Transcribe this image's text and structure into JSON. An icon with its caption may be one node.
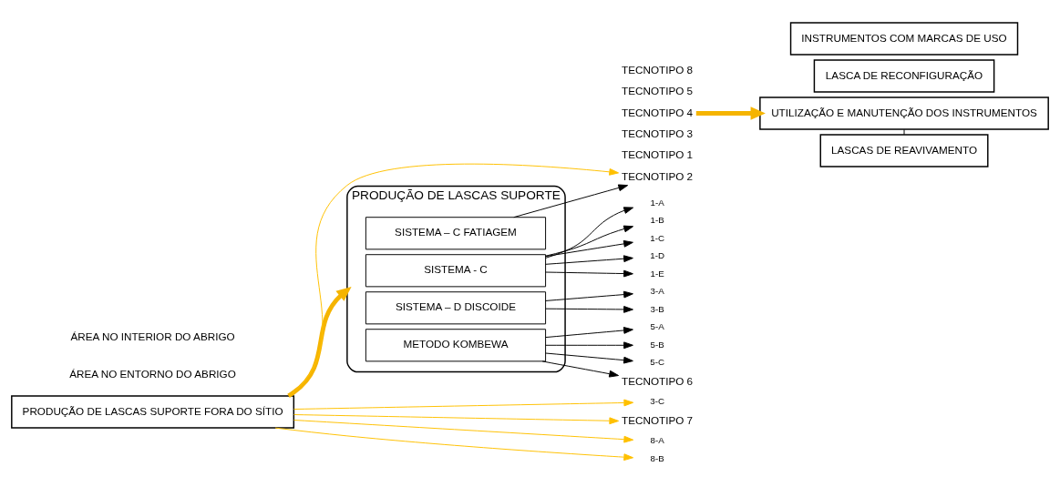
{
  "diagram": {
    "nodes": [
      {
        "text": [
          "PRODUÇÃO DE LASCAS SUPORTE FORA DO SÍTIO"
        ]
      },
      {
        "text": [
          "PRODUÇÃO DE LASCAS SUPORTE"
        ]
      },
      {
        "text": [
          "SISTEMA - C"
        ],
        "in": 1
      },
      {
        "text": [
          "SISTEMA – C FATIAGEM"
        ],
        "in": 1
      },
      {
        "text": [
          "SISTEMA – D DISCOIDE"
        ],
        "in": 1
      },
      {
        "text": [
          "METODO KOMBEWA"
        ],
        "in": 1
      },
      {
        "text": [
          "TECNOTIPO 1"
        ]
      },
      {
        "text": [
          "1-A"
        ]
      },
      {
        "text": [
          "1-B"
        ]
      },
      {
        "text": [
          "1-C"
        ]
      },
      {
        "text": [
          "1-D"
        ]
      },
      {
        "text": [
          "1-E"
        ]
      },
      {
        "text": [
          "TECNOTIPO 2"
        ]
      },
      {
        "text": [
          "TECNOTIPO 3"
        ]
      },
      {
        "text": [
          "3-A"
        ]
      },
      {
        "text": [
          "3-B"
        ]
      },
      {
        "text": [
          "3-C"
        ]
      },
      {
        "text": [
          "TECNOTIPO 4"
        ]
      },
      {
        "text": [
          "TECNOTIPO 5"
        ]
      },
      {
        "text": [
          "5-A"
        ]
      },
      {
        "text": [
          "5-B"
        ]
      },
      {
        "text": [
          "5-C"
        ]
      },
      {
        "text": [
          "TECNOTIPO 6"
        ]
      },
      {
        "text": [
          "TECNOTIPO 7"
        ]
      },
      {
        "text": [
          "TECNOTIPO 8"
        ]
      },
      {
        "text": [
          "8-A"
        ]
      },
      {
        "text": [
          "8-B"
        ]
      },
      {
        "text": [
          "UTILIZAÇÃO E MANUTENÇÃO DOS INSTRUMENTOS"
        ]
      },
      {
        "text": [
          "LASCAS DE REAVIVAMENTO"
        ]
      },
      {
        "text": [
          "LASCA DE RECONFIGURAÇÃO"
        ]
      },
      {
        "text": [
          "INSTRUMENTOS COM MARCAS DE USO"
        ]
      }
    ],
    "edges": [
      {
        "from": 0,
        "to": 1,
        "arrow": "to",
        "style": "thick",
        "color": "#f5b400"
      },
      {
        "from": 2,
        "to": 7,
        "arrow": "to"
      },
      {
        "from": 2,
        "to": 8,
        "arrow": "to"
      },
      {
        "from": 2,
        "to": 9,
        "arrow": "to"
      },
      {
        "from": 2,
        "to": 10,
        "arrow": "to"
      },
      {
        "from": 2,
        "to": 11,
        "arrow": "to"
      },
      {
        "from": 3,
        "to": 12,
        "arrow": "to"
      },
      {
        "from": 4,
        "to": 14,
        "arrow": "to"
      },
      {
        "from": 4,
        "to": 15,
        "arrow": "to"
      },
      {
        "from": 5,
        "to": 19,
        "arrow": "to"
      },
      {
        "from": 5,
        "to": 20,
        "arrow": "to"
      },
      {
        "from": 5,
        "to": 21,
        "arrow": "to"
      },
      {
        "from": 5,
        "to": 22,
        "arrow": "to"
      },
      {
        "from": 0,
        "to": 12,
        "arrow": "to",
        "color": "#ffc000"
      },
      {
        "from": 0,
        "to": 16,
        "arrow": "to",
        "color": "#ffc000"
      },
      {
        "from": 0,
        "to": 23,
        "arrow": "to",
        "color": "#ffc000"
      },
      {
        "from": 0,
        "to": 25,
        "arrow": "to",
        "color": "#ffc000"
      },
      {
        "from": 0,
        "to": 26,
        "arrow": "to",
        "color": "#ffc000"
      },
      {
        "from": 17,
        "to": 27,
        "arrow": "to",
        "style": "thick",
        "color": "#f5b400"
      },
      {
        "from": 27,
        "to": 28,
        "arrow": "none"
      }
    ],
    "labels": [
      "ÁREA NO ENTORNO DO ABRIGO",
      "ÁREA NO INTERIOR DO ABRIGO"
    ]
  }
}
